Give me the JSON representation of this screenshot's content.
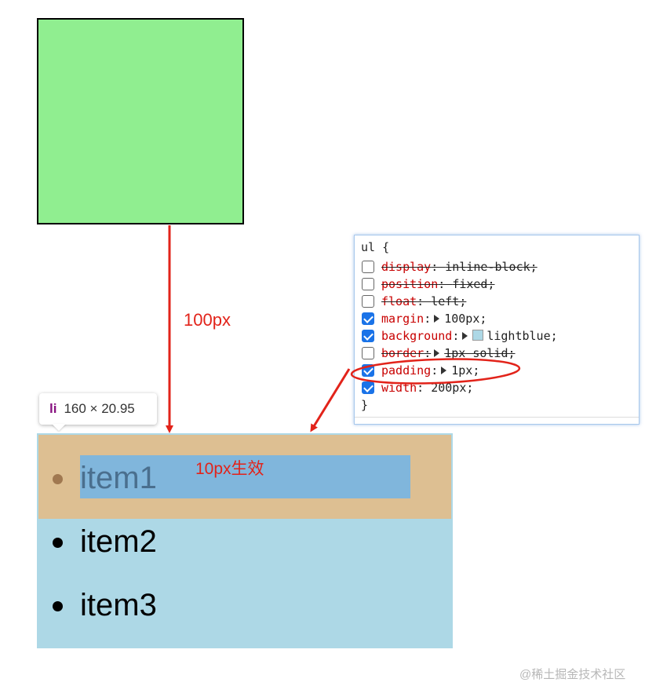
{
  "diagram": {
    "distance_label": "100px",
    "effect_label": "10px生效"
  },
  "tooltip": {
    "tag": "li",
    "dimensions": "160 × 20.95"
  },
  "list": {
    "items": [
      "item1",
      "item2",
      "item3"
    ]
  },
  "css_panel": {
    "selector_open": "ul {",
    "selector_close": "}",
    "declarations": [
      {
        "prop": "display",
        "value": "inline-block;",
        "checked": false
      },
      {
        "prop": "position",
        "value": "fixed;",
        "checked": false
      },
      {
        "prop": "float",
        "value": "left;",
        "checked": false
      },
      {
        "prop": "margin",
        "value": "100px;",
        "checked": true
      },
      {
        "prop": "background",
        "value": "lightblue;",
        "checked": true
      },
      {
        "prop": "border",
        "value": "1px solid;",
        "checked": false
      },
      {
        "prop": "padding",
        "value": "1px;",
        "checked": true
      },
      {
        "prop": "width",
        "value": "200px;",
        "checked": true
      }
    ]
  },
  "watermark": "@稀土掘金技术社区",
  "colors": {
    "green_box": "#90ee90",
    "list_background": "#add8e6",
    "annotation_red": "#e2231a",
    "margin_highlight": "#ddbf92",
    "content_highlight": "#80b6dc"
  }
}
